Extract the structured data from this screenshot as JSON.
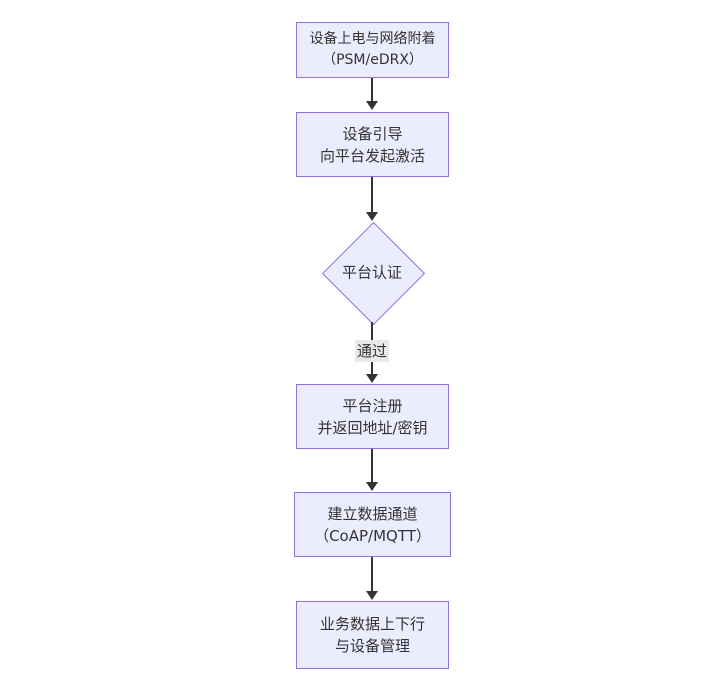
{
  "diagram": {
    "type": "flowchart",
    "direction": "top-down",
    "colors": {
      "background": "#ffffff",
      "node_fill": "#ececff",
      "node_border": "#9370db",
      "text": "#333333",
      "edge": "#333333",
      "edge_label_bg": "#e8e8e8"
    },
    "nodes": [
      {
        "id": "power-attach",
        "shape": "rect",
        "lines": [
          "设备上电与网络附着",
          "（PSM/eDRX）"
        ]
      },
      {
        "id": "bootstrap-activate",
        "shape": "rect",
        "lines": [
          "设备引导",
          "向平台发起激活"
        ]
      },
      {
        "id": "platform-auth",
        "shape": "diamond",
        "lines": [
          "平台认证"
        ]
      },
      {
        "id": "platform-register",
        "shape": "rect",
        "lines": [
          "平台注册",
          "并返回地址/密钥"
        ]
      },
      {
        "id": "data-channel",
        "shape": "rect",
        "lines": [
          "建立数据通道",
          "（CoAP/MQTT）"
        ]
      },
      {
        "id": "business-data",
        "shape": "rect",
        "lines": [
          "业务数据上下行",
          "与设备管理"
        ]
      }
    ],
    "edges": [
      {
        "from": "power-attach",
        "to": "bootstrap-activate",
        "label": ""
      },
      {
        "from": "bootstrap-activate",
        "to": "platform-auth",
        "label": ""
      },
      {
        "from": "platform-auth",
        "to": "platform-register",
        "label": "通过"
      },
      {
        "from": "platform-register",
        "to": "data-channel",
        "label": ""
      },
      {
        "from": "data-channel",
        "to": "business-data",
        "label": ""
      }
    ]
  }
}
